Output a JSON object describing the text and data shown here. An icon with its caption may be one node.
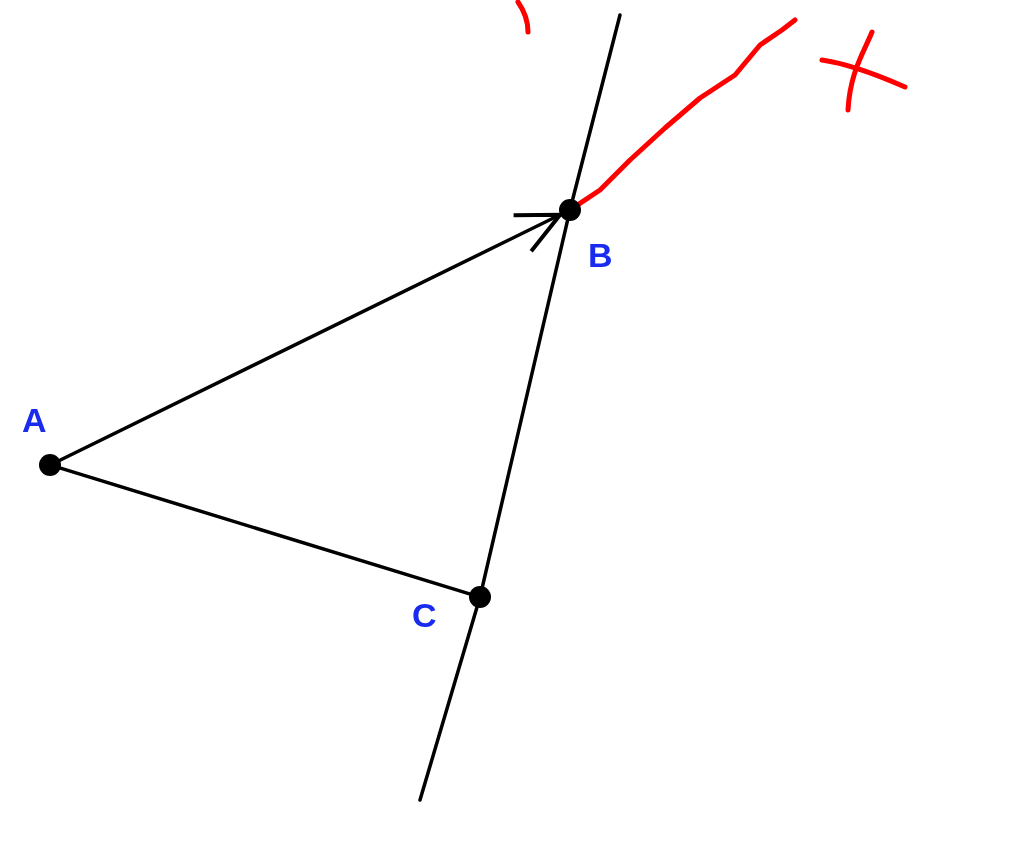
{
  "diagram": {
    "nodes": [
      {
        "text": [
          "A"
        ]
      },
      {
        "text": [
          "B"
        ]
      },
      {
        "text": [
          "C"
        ]
      }
    ],
    "edges": [
      {
        "from": 0,
        "to": 1,
        "arrow": "to"
      },
      {
        "from": 0,
        "to": 2,
        "arrow": "none"
      },
      {
        "from": 2,
        "to": 1,
        "arrow": "none"
      },
      {
        "from": 1,
        "to": null,
        "arrow": "none"
      },
      {
        "from": 2,
        "to": null,
        "arrow": "none"
      },
      {
        "from": 1,
        "to": null,
        "arrow": "none",
        "color": "#ff0000"
      }
    ]
  }
}
